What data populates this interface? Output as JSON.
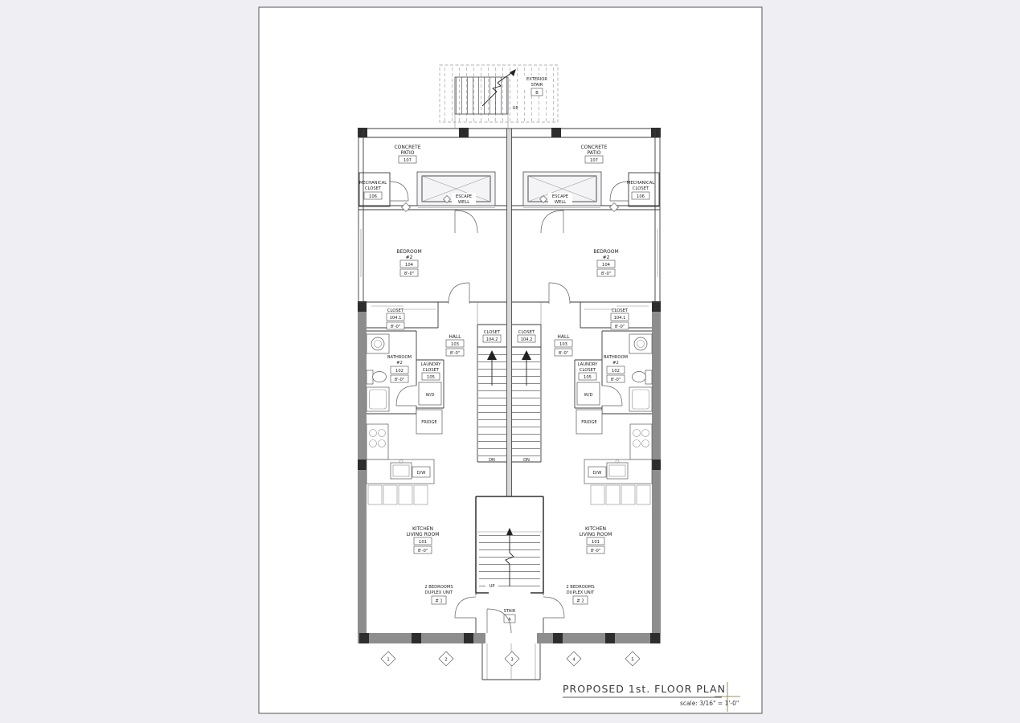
{
  "titleblock": {
    "title": "PROPOSED 1st. FLOOR PLAN",
    "scale": "scale: 3/16\" = 1'-0\""
  },
  "exterior_stair": {
    "line1": "EXTERIOR",
    "line2": "STAIR",
    "tag": "B",
    "direction": "UP"
  },
  "rooms": {
    "patio": {
      "line1": "CONCRETE",
      "line2": "PATIO",
      "num": "107"
    },
    "mech": {
      "line1": "MECHANICAL",
      "line2": "CLOSET",
      "num": "106"
    },
    "escape": {
      "line1": "ESCAPE",
      "line2": "WELL"
    },
    "bedroom": {
      "line1": "BEDROOM",
      "line2": "#2",
      "num": "104",
      "ht": "8'-0\""
    },
    "closet1": {
      "line1": "CLOSET",
      "num": "104.1",
      "ht": "8'-0\""
    },
    "hall": {
      "line1": "HALL",
      "num": "103",
      "ht": "8'-0\""
    },
    "closet2": {
      "line1": "CLOSET",
      "num": "104.2"
    },
    "bath": {
      "line1": "BATHROOM",
      "line2": "#2",
      "num": "102",
      "ht": "8'-0\""
    },
    "laundry": {
      "line1": "LAUNDRY",
      "line2": "CLOSET",
      "num": "105"
    },
    "kitchen": {
      "line1": "KITCHEN",
      "line2": "LIVING ROOM",
      "num": "101",
      "ht": "8'-0\""
    },
    "stair": {
      "line1": "STAIR",
      "tag": "A",
      "direction": "UP"
    }
  },
  "units": {
    "u1": {
      "line1": "2 BEDROOMS",
      "line2": "DUPLEX UNIT",
      "tag": "# 1"
    },
    "u2": {
      "line1": "2 BEDROOMS",
      "line2": "DUPLEX UNIT",
      "tag": "# 2"
    }
  },
  "fixtures": {
    "wd": "W/D",
    "fridge": "FRIDGE",
    "dw": "D/W",
    "dn": "DN"
  },
  "grid": {
    "m1": "1",
    "m2": "2",
    "m3": "3",
    "m4": "4",
    "m5": "5"
  }
}
